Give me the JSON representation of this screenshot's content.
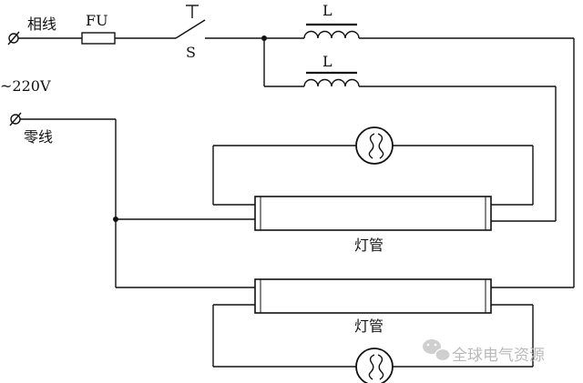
{
  "labels": {
    "phase_wire": "相线",
    "fuse": "FU",
    "switch": "S",
    "inductor_top": "L",
    "inductor_bottom": "L",
    "voltage": "~220V",
    "neutral_wire": "零线",
    "tube_top": "灯管",
    "tube_bottom": "灯管"
  },
  "watermark": {
    "text": "全球电气资源",
    "icon": "wechat-icon"
  },
  "colors": {
    "line": "#111111",
    "background": "#ffffff",
    "watermark": "#b9b9b9"
  }
}
